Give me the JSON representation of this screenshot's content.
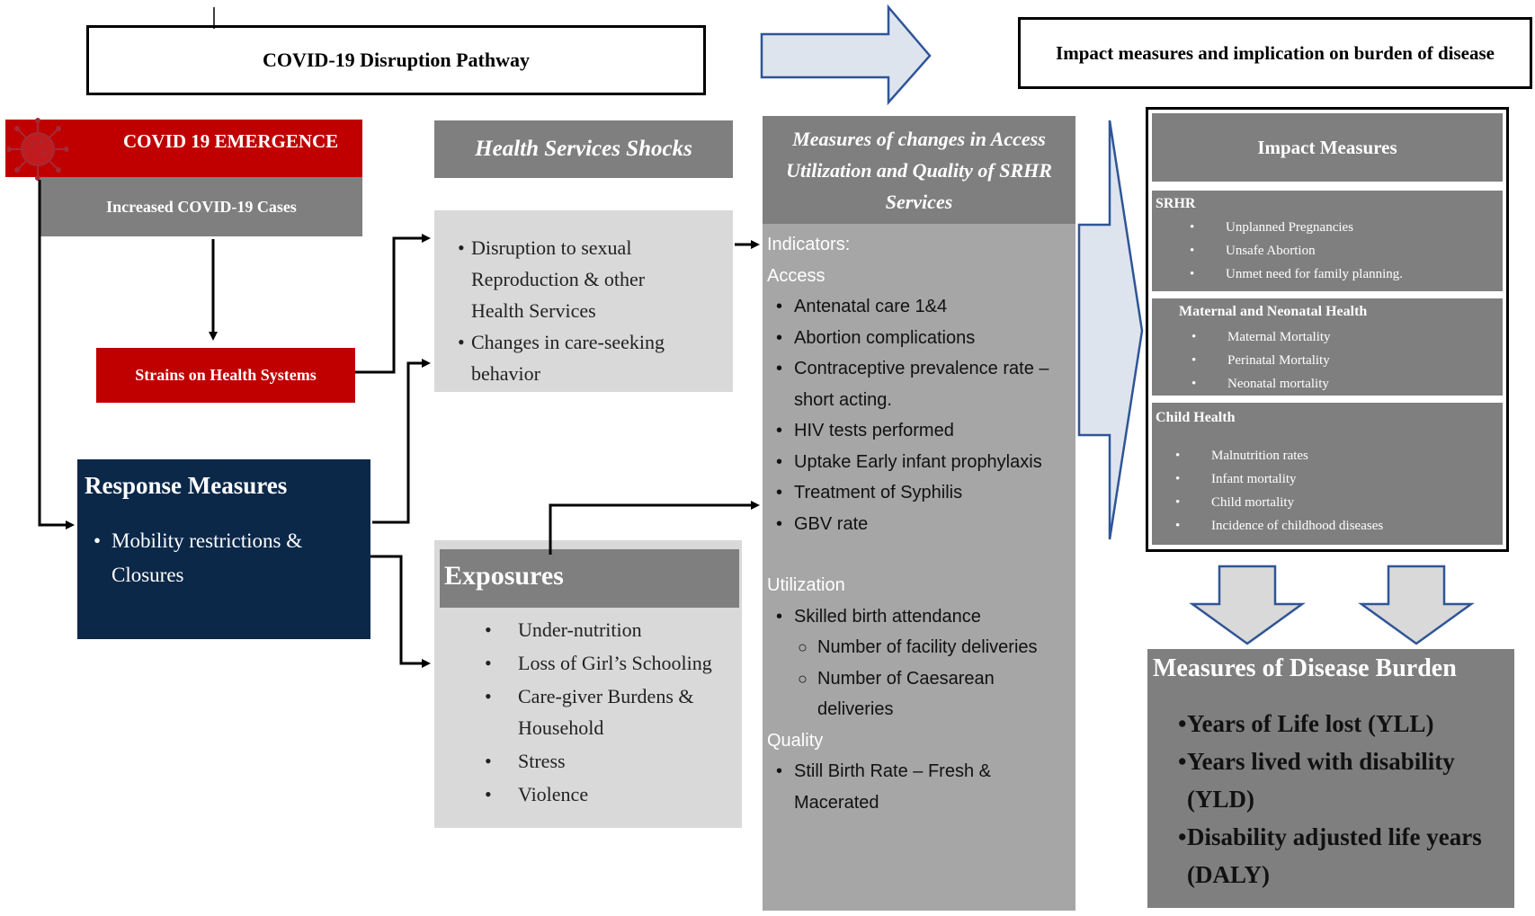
{
  "headers": {
    "pathway_title": "COVID-19 Disruption Pathway",
    "impact_title": "Impact measures and implication on burden of disease"
  },
  "emergence": {
    "title": "COVID 19 EMERGENCE",
    "subtitle": "Increased COVID-19 Cases"
  },
  "strains": {
    "label": "Strains on Health Systems"
  },
  "response": {
    "title": "Response Measures",
    "items": [
      "Mobility restrictions & Closures"
    ]
  },
  "shocks": {
    "title": "Health Services Shocks",
    "items": [
      "Disruption to sexual Reproduction & other Health Services",
      "Changes in care-seeking behavior"
    ]
  },
  "exposures": {
    "title": "Exposures",
    "items": [
      "Under-nutrition",
      "Loss of Girl’s Schooling",
      "Care-giver Burdens & Household",
      "Stress",
      "Violence"
    ]
  },
  "access_measures": {
    "title": "Measures of changes in Access Utilization and Quality of SRHR Services",
    "indicators_label": "Indicators:",
    "access_label": "Access",
    "access_items": [
      "Antenatal care 1&4",
      "Abortion complications",
      "Contraceptive prevalence rate – short acting.",
      "HIV tests performed",
      "Uptake Early infant prophylaxis",
      "Treatment of Syphilis",
      "GBV rate"
    ],
    "utilization_label": "Utilization",
    "utilization_items": [
      "Skilled birth attendance"
    ],
    "utilization_subitems": [
      "Number of facility deliveries",
      "Number of Caesarean deliveries"
    ],
    "quality_label": "Quality",
    "quality_items": [
      "Still Birth Rate – Fresh & Macerated"
    ]
  },
  "impact": {
    "title": "Impact Measures",
    "srhr_label": "SRHR",
    "srhr_items": [
      "Unplanned Pregnancies",
      "Unsafe Abortion",
      "Unmet need for family planning."
    ],
    "mnh_label": "Maternal and Neonatal Health",
    "mnh_items": [
      "Maternal Mortality",
      "Perinatal Mortality",
      "Neonatal mortality"
    ],
    "child_label": "Child Health",
    "child_items": [
      "Malnutrition rates",
      "Infant mortality",
      "Child mortality",
      "Incidence of childhood diseases"
    ]
  },
  "burden": {
    "title": "Measures of Disease Burden",
    "items": [
      "Years of Life lost (YLL)",
      "Years lived with disability (YLD)",
      "Disability adjusted life years (DALY)"
    ]
  },
  "colors": {
    "red": "#c00000",
    "navy": "#0c2849",
    "gray_dark": "#7f7f7f",
    "gray_mid": "#a6a6a6",
    "gray_light": "#d9d9d9",
    "arrow_fill": "#dee4ee",
    "arrow_stroke": "#2f5597"
  }
}
